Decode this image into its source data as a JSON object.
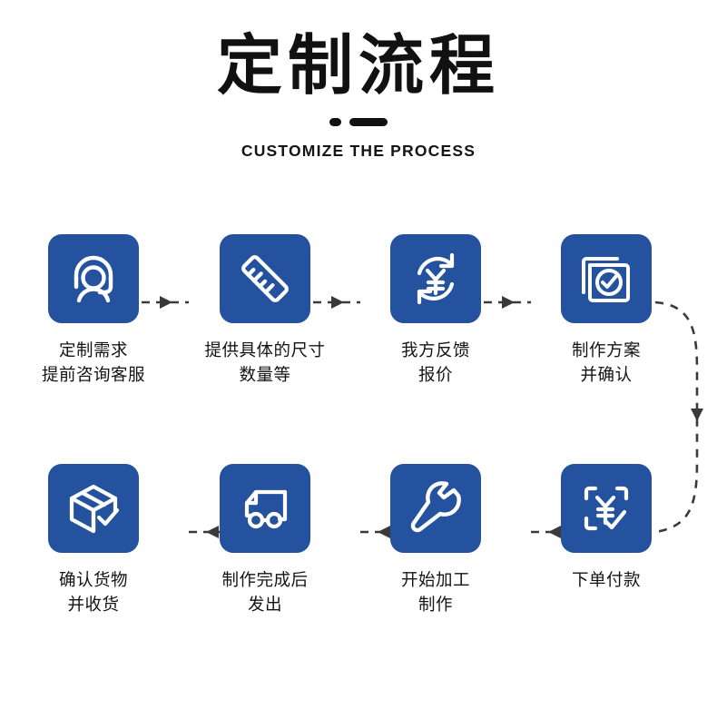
{
  "header": {
    "title": "定制流程",
    "subtitle": "CUSTOMIZE THE PROCESS",
    "divider_icon": "dot-dash-divider"
  },
  "theme": {
    "accent_blue": "#24529f",
    "background": "#ffffff",
    "text": "#141414",
    "connector": "#3a3a3a"
  },
  "flow": {
    "row1": [
      {
        "icon": "headset-support-icon",
        "label": "定制需求\n提前咨询客服"
      },
      {
        "icon": "ruler-icon",
        "label": "提供具体的尺寸\n数量等"
      },
      {
        "icon": "yuan-refresh-quote-icon",
        "label": "我方反馈\n报价"
      },
      {
        "icon": "documents-check-icon",
        "label": "制作方案\n并确认"
      }
    ],
    "row2": [
      {
        "icon": "package-check-icon",
        "label": "确认货物\n并收货"
      },
      {
        "icon": "delivery-truck-icon",
        "label": "制作完成后\n发出"
      },
      {
        "icon": "wrench-icon",
        "label": "开始加工\n制作"
      },
      {
        "icon": "yuan-payment-check-icon",
        "label": "下单付款"
      }
    ]
  },
  "connectors": {
    "row1_direction": "left-to-right",
    "row2_direction": "right-to-left",
    "wrap_connector": "curve-down-right-side",
    "style": "dashed-with-arrowhead"
  }
}
